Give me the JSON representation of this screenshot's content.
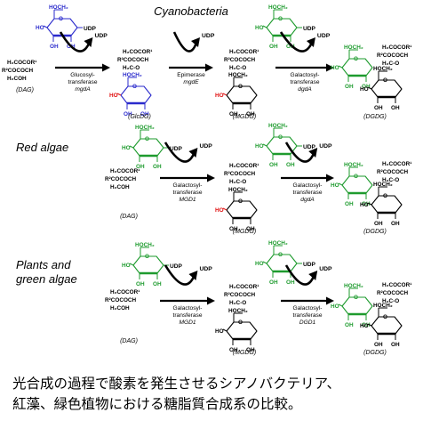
{
  "rows": [
    {
      "title": "Cyanobacteria",
      "compounds": [
        "(DAG)",
        "(GlcDG)",
        "(MGDG)",
        "(DGDG)"
      ],
      "enzymes": [
        {
          "name": "Glucosyl-\ntransferase",
          "gene": "mgdA"
        },
        {
          "name": "Epimerase",
          "gene": "mgdE"
        },
        {
          "name": "Galactosyl-\ntransferase",
          "gene": "dgdA"
        }
      ]
    },
    {
      "title": "Red algae",
      "compounds": [
        "(DAG)",
        "(MGDG)",
        "(DGDG)"
      ],
      "enzymes": [
        {
          "name": "Galactosyl-\ntransferase",
          "gene": "MGD1"
        },
        {
          "name": "Galactosyl-\ntransferase",
          "gene": "dgdA"
        }
      ]
    },
    {
      "title": "Plants and\ngreen algae",
      "compounds": [
        "(DAG)",
        "(MGDG)",
        "(DGDG)"
      ],
      "enzymes": [
        {
          "name": "Galactosyl-\ntransferase",
          "gene": "MGD1"
        },
        {
          "name": "Galactosyl-\ntransferase",
          "gene": "DGD1"
        }
      ]
    }
  ],
  "labels": {
    "udp": "UDP",
    "acyl1": "H₂COCOR¹",
    "acyl2": "R²COCOCH",
    "ch2oh": "H₂COH",
    "ch2o": "H₂C-O",
    "hoch2": "HOCH₂",
    "oh": "OH",
    "ho": "HO",
    "o": "O"
  },
  "colors": {
    "glucose": "#2b2bcc",
    "galactose": "#1e9b2e",
    "epimer_oh": "#e01010",
    "text": "#000000"
  },
  "caption": [
    "光合成の過程で酸素を発生させるシアノバクテリア、",
    "紅藻、緑色植物における糖脂質合成系の比較。"
  ]
}
